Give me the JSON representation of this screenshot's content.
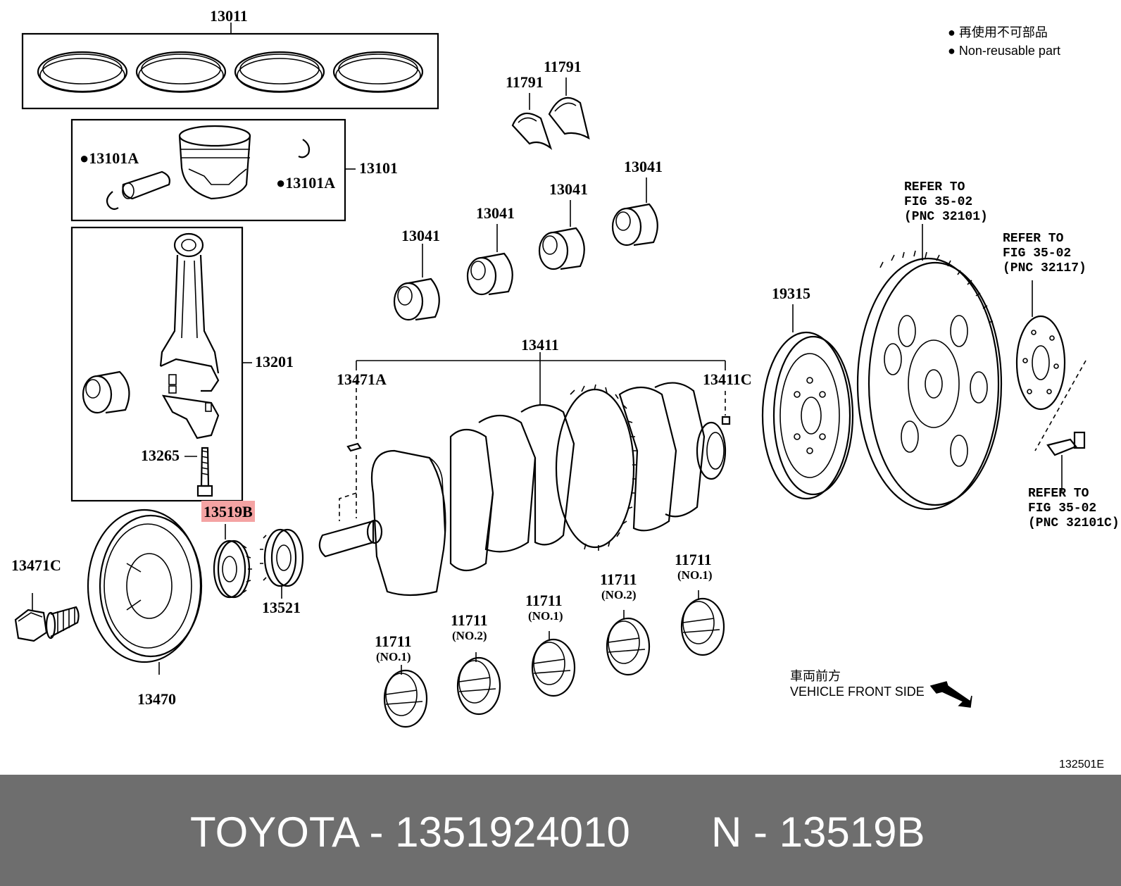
{
  "diagram": {
    "legend": {
      "line1": "● 再使用不可部品",
      "line2": "● Non-reusable part"
    },
    "figure_code": "132501E",
    "direction": {
      "line1": "車両前方",
      "line2": "VEHICLE FRONT SIDE"
    },
    "highlight_color": "#f4a3a3",
    "labels": {
      "p13011": "13011",
      "p13101": "13101",
      "p13101a_1": "●13101A",
      "p13101a_2": "●13101A",
      "p13201": "13201",
      "p13265": "13265",
      "p13519b": "13519B",
      "p13521": "13521",
      "p13470": "13470",
      "p13471c": "13471C",
      "p13471a": "13471A",
      "p13411": "13411",
      "p13411c": "13411C",
      "p11791_1": "11791",
      "p11791_2": "11791",
      "p13041_1": "13041",
      "p13041_2": "13041",
      "p13041_3": "13041",
      "p13041_4": "13041",
      "p19315": "19315",
      "p11711_1": "11711",
      "p11711_1_sub": "(NO.1)",
      "p11711_2": "11711",
      "p11711_2_sub": "(NO.2)",
      "p11711_3": "11711",
      "p11711_3_sub": "(NO.1)",
      "p11711_4": "11711",
      "p11711_4_sub": "(NO.2)",
      "p11711_5": "11711",
      "p11711_5_sub": "(NO.1)"
    },
    "refers": {
      "r1": {
        "line1": "REFER TO",
        "line2": "FIG 35-02",
        "line3": "(PNC 32101)"
      },
      "r2": {
        "line1": "REFER TO",
        "line2": "FIG 35-02",
        "line3": "(PNC 32117)"
      },
      "r3": {
        "line1": "REFER TO",
        "line2": "FIG 35-02",
        "line3": "(PNC 32101C)"
      }
    }
  },
  "footer": {
    "brand_part": "TOYOTA - 1351924010",
    "ref": "N - 13519B",
    "background": "#6e6e6e"
  }
}
